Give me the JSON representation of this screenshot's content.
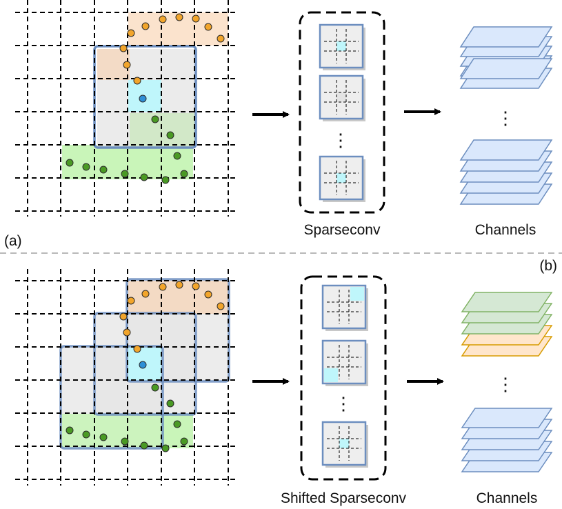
{
  "panel_a": {
    "tag": "(a)",
    "middle_caption": "Sparseconv",
    "right_caption": "Channels",
    "dots": "⋮"
  },
  "panel_b": {
    "tag": "(b)",
    "middle_caption": "Shifted Sparseconv",
    "right_caption": "Channels",
    "dots": "⋮"
  },
  "colors": {
    "orange_region": "#fbe0c8",
    "green_region": "#c9f5b9",
    "center_cell": "#bff6fb",
    "kernel_fill": "#dcdcdc",
    "kernel_border": "#6c8ebf",
    "orange_point": "#f2a52b",
    "green_point": "#4a9a24",
    "blue_point": "#2e8fd6",
    "blue_layer": "#dae8fc",
    "green_layer": "#d5e8d4",
    "orange_layer": "#ffe6cc"
  }
}
